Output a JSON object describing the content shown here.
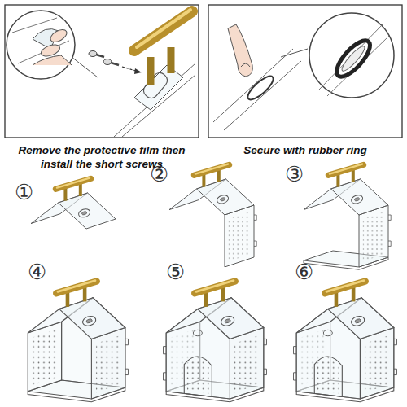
{
  "diagram": {
    "labels": [
      "Remove the protective film then install the short screws",
      "Secure with rubber ring",
      "①",
      "②",
      "③",
      "④",
      "⑤",
      "⑥"
    ]
  }
}
